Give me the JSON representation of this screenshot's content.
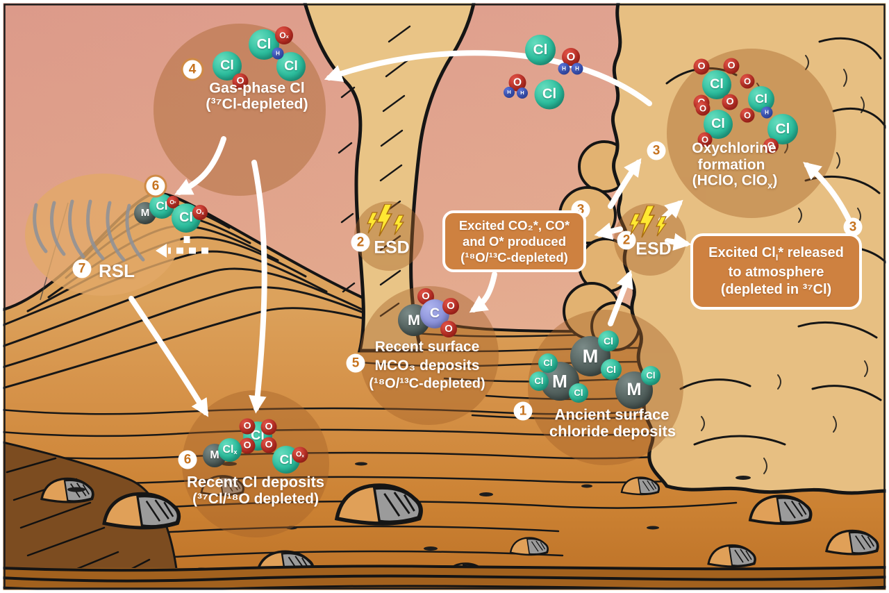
{
  "badges": {
    "ancient": "1",
    "esd": "2",
    "step3": "3",
    "gas": "4",
    "mco3": "5",
    "recent": "6",
    "rsl7": "7"
  },
  "sites": {
    "gas_phase": {
      "line1": "Gas-phase Cl",
      "line2": "(³⁷Cl-depleted)"
    },
    "oxychlorine": {
      "line1": "Oxychlorine",
      "line2": "formation",
      "line3_pre": "(HClO, ClO",
      "line3_sub": "x",
      "line3_post": ")"
    },
    "excited_co2_box": {
      "line1": "Excited CO₂*, CO*",
      "line2": "and O* produced",
      "line3": "(¹⁸O/¹³C-depleted)"
    },
    "excited_cl_box": {
      "line1_pre": "Excited Cl",
      "line1_sub": "I",
      "line1_post": "* released",
      "line2": "to atmosphere",
      "line3": "(depleted in ³⁷Cl)"
    },
    "esd": {
      "label": "ESD"
    },
    "rsl": {
      "label": "RSL"
    },
    "mco3": {
      "line1": "Recent surface",
      "line2": "MCO₃ deposits",
      "line3": "(¹⁸O/¹³C-depleted)"
    },
    "ancient": {
      "line1": "Ancient surface",
      "line2": "chloride deposits"
    },
    "recent_cl": {
      "line1": "Recent Cl deposits",
      "line2": "(³⁷Cl/¹⁸O depleted)"
    }
  },
  "atoms": {
    "cl": "Cl",
    "o": "O",
    "h": "H",
    "m": "M",
    "c": "C",
    "ox_base": "O",
    "ox_sub": "x",
    "clx_base": "Cl",
    "clx_sub": "x"
  },
  "colors": {
    "chlorine_teal": "#2fbf9f",
    "oxygen_red": "#c5362c",
    "hydrogen_blue": "#3d57c0",
    "metal_gray": "#4c5854",
    "carbon_purple": "#8b91d8",
    "badge_number": "#c6731f",
    "callout_fill": "#ce8140",
    "lightning_yellow": "#ffe832",
    "sky_top": "#dd9c8c",
    "ground_orange": "#d6934a"
  }
}
